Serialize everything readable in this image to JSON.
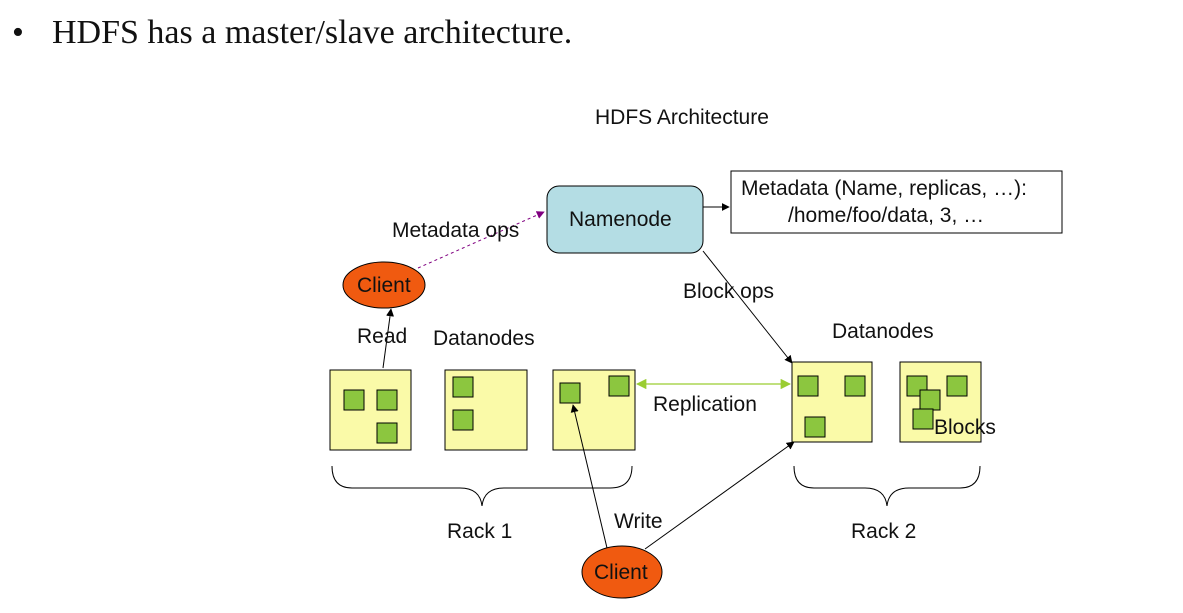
{
  "bullet": {
    "marker": "•",
    "text": "HDFS has a master/slave architecture."
  },
  "diagram": {
    "title": "HDFS Architecture",
    "namenode": "Namenode",
    "metadata_line1": "Metadata (Name, replicas, …):",
    "metadata_line2": "/home/foo/data, 3, …",
    "metadata_ops": "Metadata ops",
    "client_top": "Client",
    "client_bottom": "Client",
    "block_ops": "Block ops",
    "read": "Read",
    "write": "Write",
    "replication": "Replication",
    "datanodes_left": "Datanodes",
    "datanodes_right": "Datanodes",
    "blocks": "Blocks",
    "rack1": "Rack 1",
    "rack2": "Rack 2",
    "colors": {
      "namenode_fill": "#b4dde4",
      "datanode_fill": "#fafaa8",
      "block_fill": "#8cc63f",
      "client_fill": "#f05a10",
      "metadata_arrow": "#800080",
      "replication_arrow": "#9acd32"
    }
  }
}
